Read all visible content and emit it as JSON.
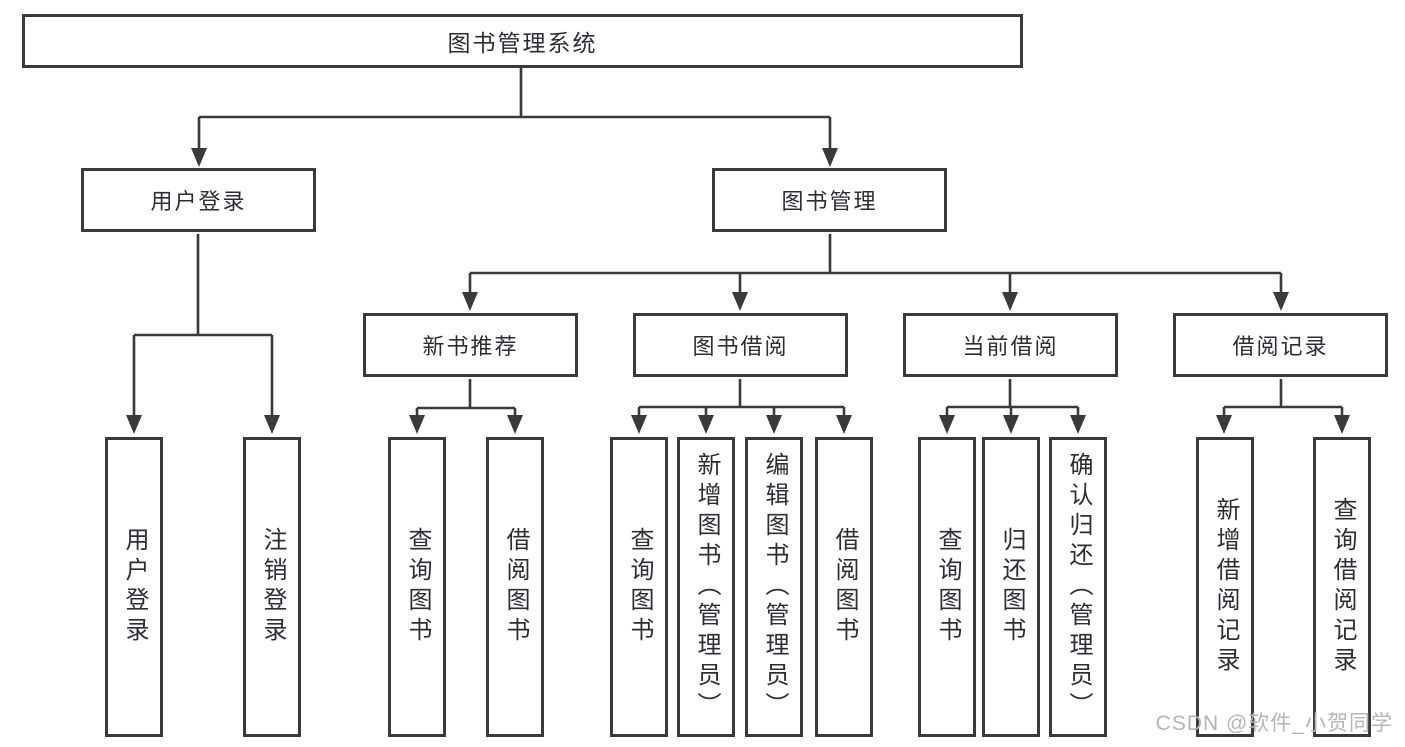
{
  "tree": {
    "root": {
      "label": "图书管理系统"
    },
    "branches": [
      {
        "label": "用户登录",
        "children": [
          {
            "label": "用户登录"
          },
          {
            "label": "注销登录"
          }
        ]
      },
      {
        "label": "图书管理",
        "children": [
          {
            "label": "新书推荐",
            "children": [
              {
                "label": "查询图书"
              },
              {
                "label": "借阅图书"
              }
            ]
          },
          {
            "label": "图书借阅",
            "children": [
              {
                "label": "查询图书"
              },
              {
                "label": "新增图书（管理员）"
              },
              {
                "label": "编辑图书（管理员）"
              },
              {
                "label": "借阅图书"
              }
            ]
          },
          {
            "label": "当前借阅",
            "children": [
              {
                "label": "查询图书"
              },
              {
                "label": "归还图书"
              },
              {
                "label": "确认归还（管理员）"
              }
            ]
          },
          {
            "label": "借阅记录",
            "children": [
              {
                "label": "新增借阅记录"
              },
              {
                "label": "查询借阅记录"
              }
            ]
          }
        ]
      }
    ]
  },
  "watermark": {
    "text": "CSDN @软件_小贺同学"
  },
  "colors": {
    "line": "#3a3a3a",
    "text": "#2b2e33",
    "watermark": "#b5b5b5",
    "background": "#ffffff"
  }
}
